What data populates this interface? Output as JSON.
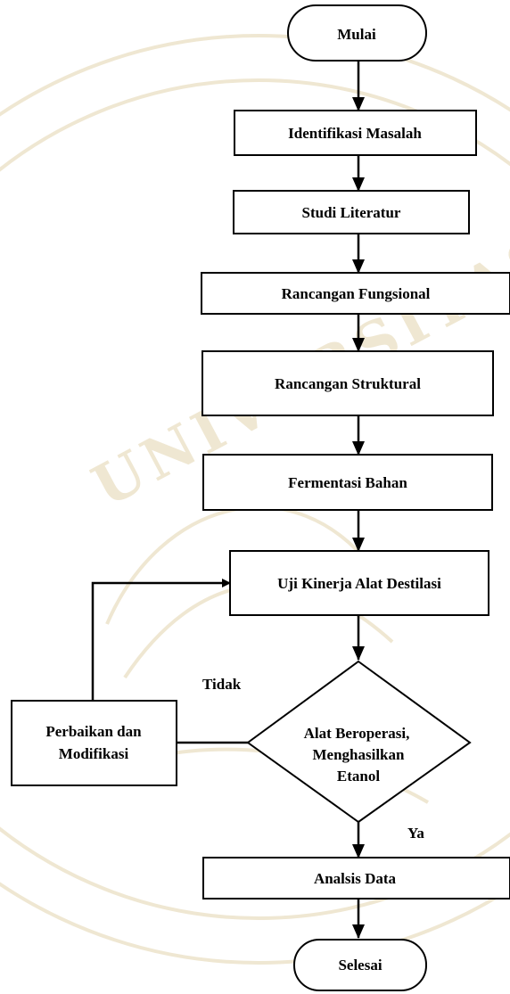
{
  "diagram": {
    "nodes": {
      "start": "Mulai",
      "identify_problem": "Identifikasi Masalah",
      "literature_study": "Studi Literatur",
      "functional_design": "Rancangan Fungsional",
      "structural_design": "Rancangan Struktural",
      "fermentation": "Fermentasi Bahan",
      "performance_test": "Uji Kinerja Alat Destilasi",
      "decision_line1": "Alat Beroperasi,",
      "decision_line2": "Menghasilkan",
      "decision_line3": "Etanol",
      "repair_line1": "Perbaikan dan",
      "repair_line2": "Modifikasi",
      "data_analysis": "Analsis Data",
      "end": "Selesai"
    },
    "edge_labels": {
      "no": "Tidak",
      "yes": "Ya"
    }
  }
}
